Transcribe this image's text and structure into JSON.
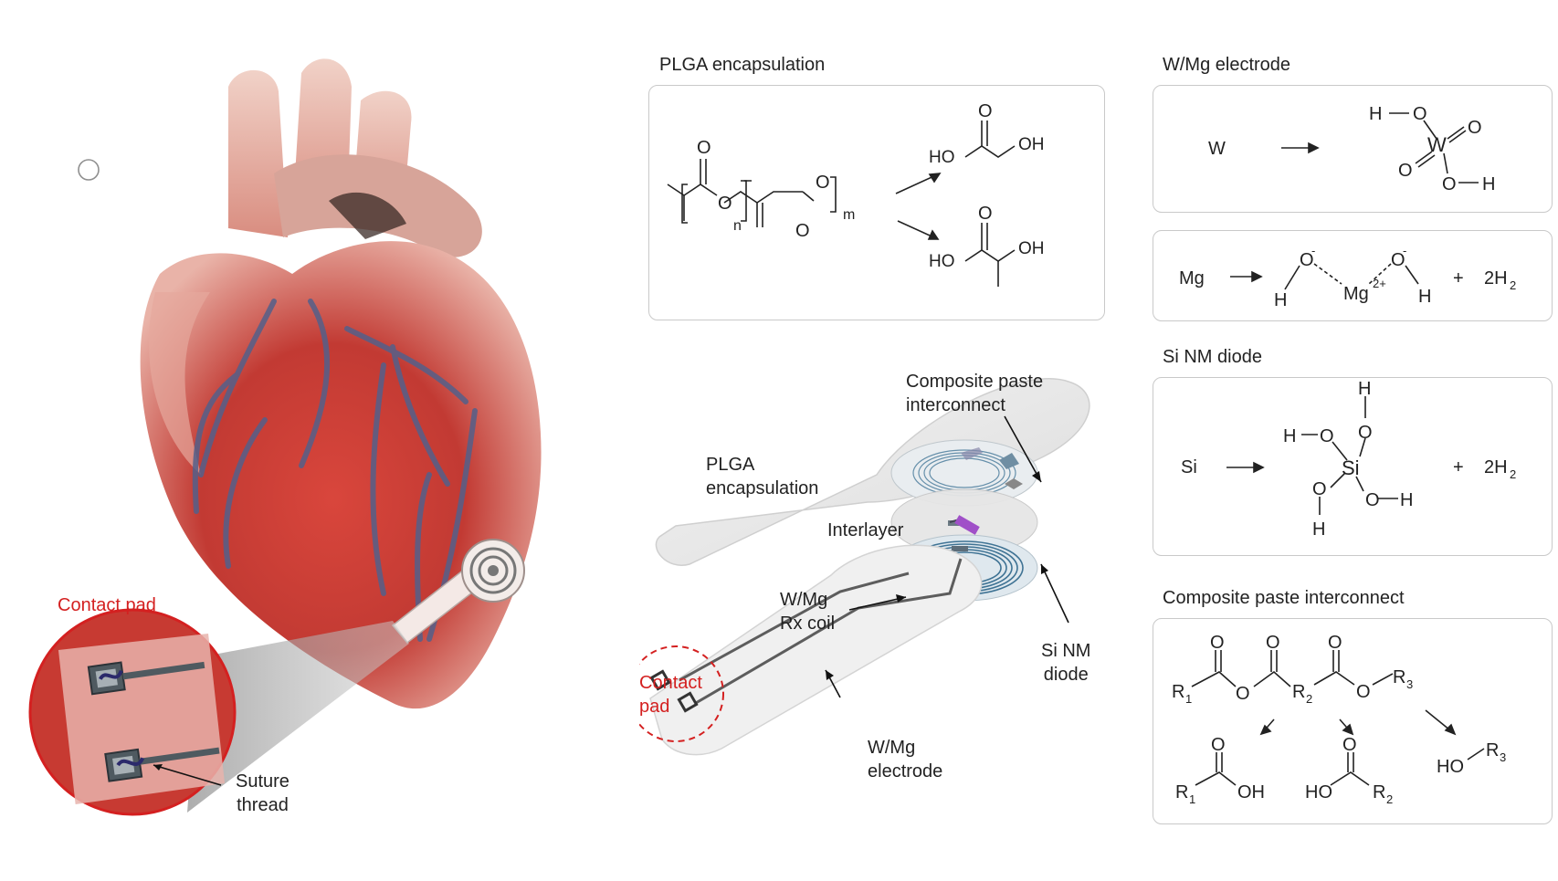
{
  "left": {
    "contact_pad_label": "Contact pad",
    "suture_label_1": "Suture",
    "suture_label_2": "thread"
  },
  "plga_panel": {
    "title": "PLGA encapsulation",
    "subscript_n": "n",
    "subscript_m": "m",
    "product1": {
      "ho": "HO",
      "oh": "OH",
      "o": "O"
    },
    "product2": {
      "ho": "HO",
      "oh": "OH",
      "o": "O"
    }
  },
  "wmg_panel": {
    "title": "W/Mg electrode",
    "reactant_w": "W",
    "reactant_mg": "Mg",
    "plus": "+",
    "h2": "2H",
    "h2_sub": "2",
    "mg_product": "Mg",
    "mg_charge": "2+"
  },
  "si_panel": {
    "title": "Si NM diode",
    "reactant": "Si",
    "plus": "+",
    "h2": "2H",
    "h2_sub": "2"
  },
  "paste_panel": {
    "title": "Composite paste interconnect",
    "r1": "R",
    "r2": "R",
    "r3": "R"
  },
  "device": {
    "composite_1": "Composite paste",
    "composite_2": "interconnect",
    "plga_1": "PLGA",
    "plga_2": "encapsulation",
    "interlayer": "Interlayer",
    "coil_1": "W/Mg",
    "coil_2": "Rx coil",
    "si_1": "Si NM",
    "si_2": "diode",
    "contact_1": "Contact",
    "contact_2": "pad",
    "electrode_1": "W/Mg",
    "electrode_2": "electrode"
  },
  "colors": {
    "accent_red": "#d42020",
    "panel_border": "#c9c9c9",
    "coil_blue": "#5a8fb0",
    "diode_purple": "#a050c8"
  }
}
